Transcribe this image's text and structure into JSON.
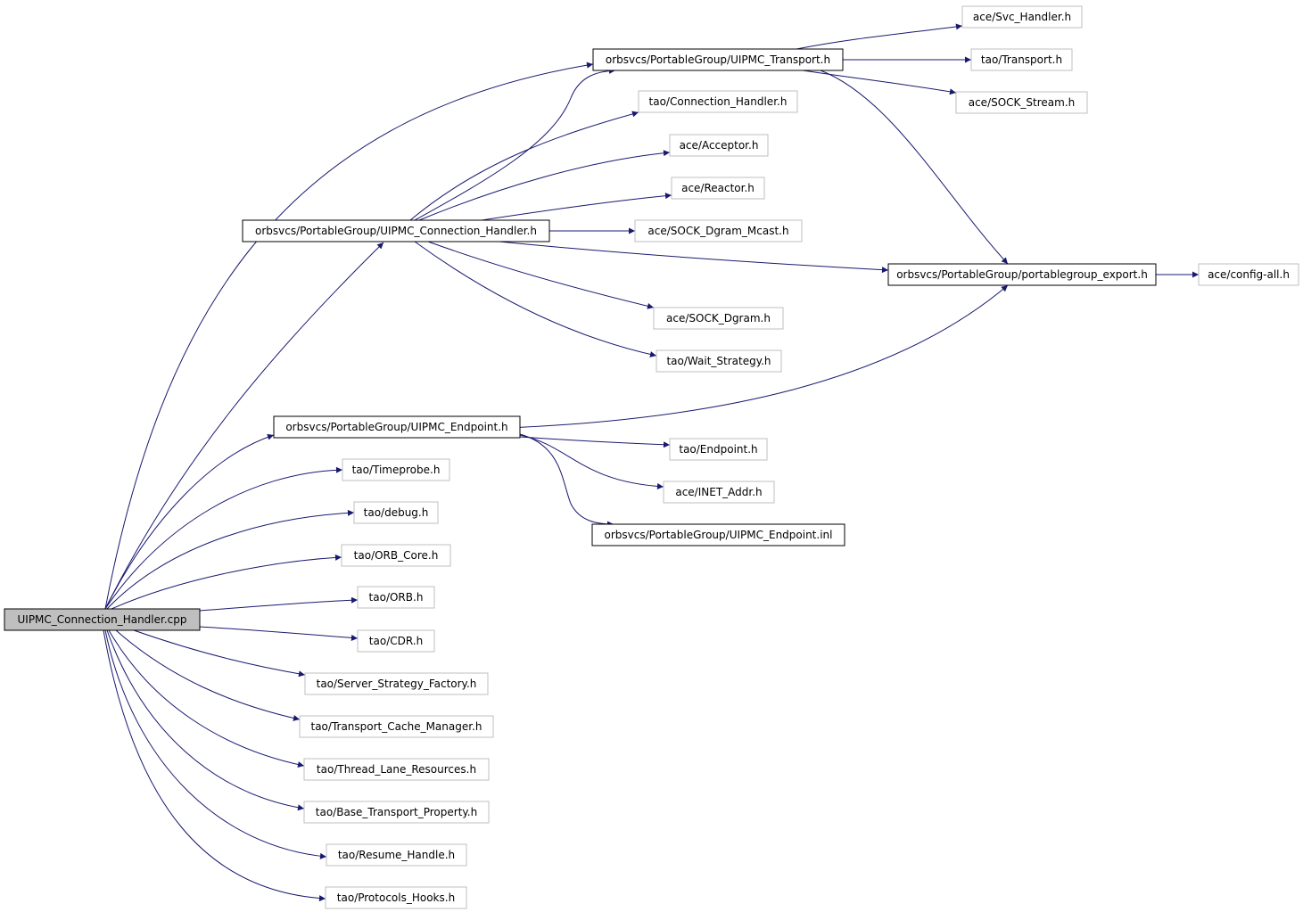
{
  "colors": {
    "edge": "#191970",
    "root_fill": "#bfbfbf",
    "root_border": "#000000",
    "documented_border": "#000000",
    "external_border": "#bfbfbf",
    "background": "#ffffff"
  },
  "nodes": {
    "root": {
      "label": "UIPMC_Connection_Handler.cpp",
      "kind": "root"
    },
    "transport_h": {
      "label": "orbsvcs/PortableGroup/UIPMC_Transport.h",
      "kind": "documented"
    },
    "connection_handler_h": {
      "label": "orbsvcs/PortableGroup/UIPMC_Connection_Handler.h",
      "kind": "documented"
    },
    "endpoint_h": {
      "label": "orbsvcs/PortableGroup/UIPMC_Endpoint.h",
      "kind": "documented"
    },
    "portablegroup_export_h": {
      "label": "orbsvcs/PortableGroup/portablegroup_export.h",
      "kind": "documented"
    },
    "endpoint_inl": {
      "label": "orbsvcs/PortableGroup/UIPMC_Endpoint.inl",
      "kind": "documented"
    },
    "svc_handler_h": {
      "label": "ace/Svc_Handler.h",
      "kind": "external"
    },
    "tao_transport_h": {
      "label": "tao/Transport.h",
      "kind": "external"
    },
    "sock_stream_h": {
      "label": "ace/SOCK_Stream.h",
      "kind": "external"
    },
    "tao_connection_handler_h": {
      "label": "tao/Connection_Handler.h",
      "kind": "external"
    },
    "acceptor_h": {
      "label": "ace/Acceptor.h",
      "kind": "external"
    },
    "reactor_h": {
      "label": "ace/Reactor.h",
      "kind": "external"
    },
    "sock_dgram_mcast_h": {
      "label": "ace/SOCK_Dgram_Mcast.h",
      "kind": "external"
    },
    "config_all_h": {
      "label": "ace/config-all.h",
      "kind": "external"
    },
    "sock_dgram_h": {
      "label": "ace/SOCK_Dgram.h",
      "kind": "external"
    },
    "wait_strategy_h": {
      "label": "tao/Wait_Strategy.h",
      "kind": "external"
    },
    "tao_endpoint_h": {
      "label": "tao/Endpoint.h",
      "kind": "external"
    },
    "inet_addr_h": {
      "label": "ace/INET_Addr.h",
      "kind": "external"
    },
    "timeprobe_h": {
      "label": "tao/Timeprobe.h",
      "kind": "external"
    },
    "debug_h": {
      "label": "tao/debug.h",
      "kind": "external"
    },
    "orb_core_h": {
      "label": "tao/ORB_Core.h",
      "kind": "external"
    },
    "orb_h": {
      "label": "tao/ORB.h",
      "kind": "external"
    },
    "cdr_h": {
      "label": "tao/CDR.h",
      "kind": "external"
    },
    "server_strategy_factory_h": {
      "label": "tao/Server_Strategy_Factory.h",
      "kind": "external"
    },
    "transport_cache_manager_h": {
      "label": "tao/Transport_Cache_Manager.h",
      "kind": "external"
    },
    "thread_lane_resources_h": {
      "label": "tao/Thread_Lane_Resources.h",
      "kind": "external"
    },
    "base_transport_property_h": {
      "label": "tao/Base_Transport_Property.h",
      "kind": "external"
    },
    "resume_handle_h": {
      "label": "tao/Resume_Handle.h",
      "kind": "external"
    },
    "protocols_hooks_h": {
      "label": "tao/Protocols_Hooks.h",
      "kind": "external"
    }
  },
  "edges": [
    {
      "from": "root",
      "to": "transport_h"
    },
    {
      "from": "root",
      "to": "connection_handler_h"
    },
    {
      "from": "root",
      "to": "endpoint_h"
    },
    {
      "from": "root",
      "to": "timeprobe_h"
    },
    {
      "from": "root",
      "to": "debug_h"
    },
    {
      "from": "root",
      "to": "orb_core_h"
    },
    {
      "from": "root",
      "to": "orb_h"
    },
    {
      "from": "root",
      "to": "cdr_h"
    },
    {
      "from": "root",
      "to": "server_strategy_factory_h"
    },
    {
      "from": "root",
      "to": "transport_cache_manager_h"
    },
    {
      "from": "root",
      "to": "thread_lane_resources_h"
    },
    {
      "from": "root",
      "to": "base_transport_property_h"
    },
    {
      "from": "root",
      "to": "resume_handle_h"
    },
    {
      "from": "root",
      "to": "protocols_hooks_h"
    },
    {
      "from": "transport_h",
      "to": "svc_handler_h"
    },
    {
      "from": "transport_h",
      "to": "tao_transport_h"
    },
    {
      "from": "transport_h",
      "to": "sock_stream_h"
    },
    {
      "from": "transport_h",
      "to": "portablegroup_export_h"
    },
    {
      "from": "connection_handler_h",
      "to": "transport_h"
    },
    {
      "from": "connection_handler_h",
      "to": "tao_connection_handler_h"
    },
    {
      "from": "connection_handler_h",
      "to": "acceptor_h"
    },
    {
      "from": "connection_handler_h",
      "to": "reactor_h"
    },
    {
      "from": "connection_handler_h",
      "to": "sock_dgram_mcast_h"
    },
    {
      "from": "connection_handler_h",
      "to": "portablegroup_export_h"
    },
    {
      "from": "connection_handler_h",
      "to": "sock_dgram_h"
    },
    {
      "from": "connection_handler_h",
      "to": "wait_strategy_h"
    },
    {
      "from": "endpoint_h",
      "to": "portablegroup_export_h"
    },
    {
      "from": "endpoint_h",
      "to": "tao_endpoint_h"
    },
    {
      "from": "endpoint_h",
      "to": "inet_addr_h"
    },
    {
      "from": "endpoint_h",
      "to": "endpoint_inl"
    },
    {
      "from": "portablegroup_export_h",
      "to": "config_all_h"
    }
  ]
}
